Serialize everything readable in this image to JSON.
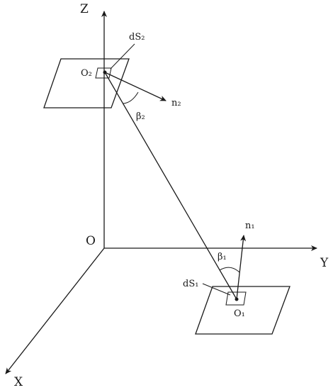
{
  "diagram": {
    "axes": {
      "z_label": "Z",
      "y_label": "Y",
      "x_label": "X",
      "origin_label": "O"
    },
    "surface_2": {
      "element_label": "dS₂",
      "point_label": "O₂",
      "normal_label": "n₂",
      "angle_label": "β₂"
    },
    "surface_1": {
      "element_label": "dS₁",
      "point_label": "O₁",
      "normal_label": "n₁",
      "angle_label": "β₁"
    }
  }
}
